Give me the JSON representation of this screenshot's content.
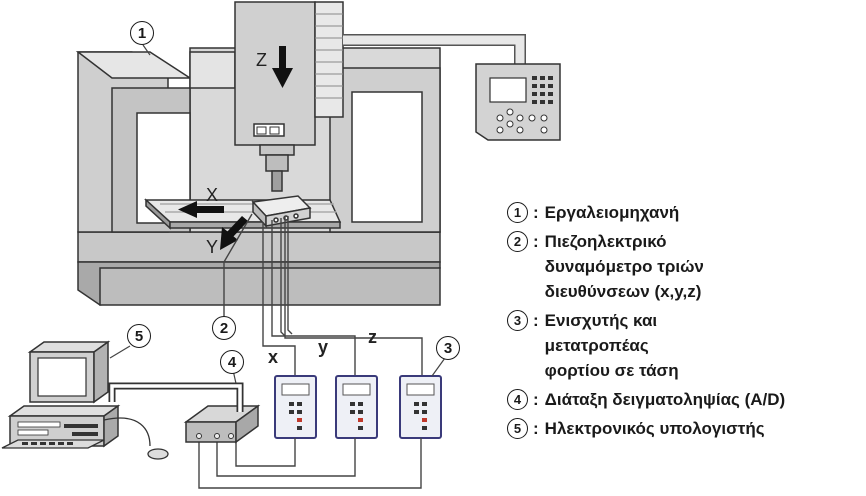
{
  "axes": {
    "z": "Z",
    "x": "X",
    "y": "Y"
  },
  "signals": {
    "x": "x",
    "y": "y",
    "z": "z"
  },
  "callouts": {
    "c1": "1",
    "c2": "2",
    "c3": "3",
    "c4": "4",
    "c5": "5"
  },
  "legend": [
    {
      "num": "1",
      "text": "Εργαλειομηχανή"
    },
    {
      "num": "2",
      "text": "Πιεζοηλεκτρικό\nδυναμόμετρο τριών\nδιευθύνσεων (x,y,z)"
    },
    {
      "num": "3",
      "text": "Ενισχυτής και\nμετατροπέας\nφορτίου σε τάση"
    },
    {
      "num": "4",
      "text": "Διάταξη δειγματοληψίας (A/D)"
    },
    {
      "num": "5",
      "text": "Ηλεκτρονικός υπολογιστής"
    }
  ]
}
